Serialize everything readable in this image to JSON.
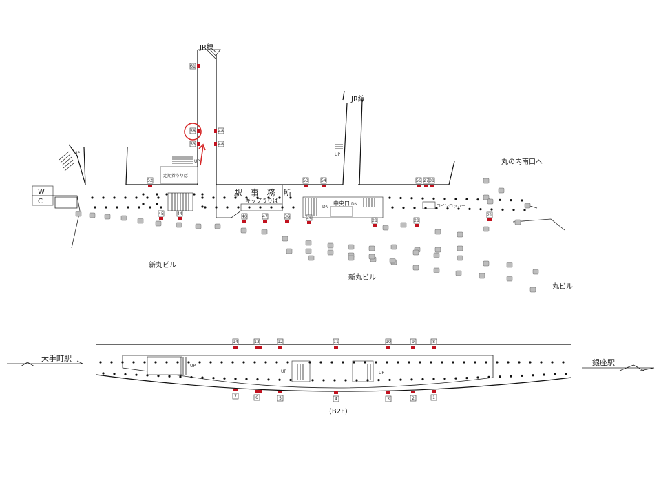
{
  "labels": {
    "jr_line_1": "JR線",
    "jr_line_2": "JR線",
    "marunouchi_south": "丸の内南口へ",
    "station_office": "駅 事 務 所",
    "ticket_counter_1": "定期券うりば",
    "ticket_counter_2": "キップうりば",
    "central_exit": "中央口",
    "coin_locker": "コインロッカー",
    "shin_maru_1": "新丸ビル",
    "shin_maru_2": "新丸ビル",
    "maru_building": "丸ビル",
    "otemachi": "大手町駅",
    "ginza": "銀座駅",
    "floor": "(B2F)",
    "w": "W",
    "c": "C",
    "up": "UP",
    "dn": "DN"
  },
  "exits_upper": [
    "61",
    "58",
    "48",
    "48",
    "53",
    "52",
    "53",
    "54",
    "56",
    "27",
    "38",
    "45",
    "44",
    "40",
    "47",
    "36",
    "36",
    "28",
    "28",
    "21"
  ],
  "exits_b2f_top": [
    "14",
    "13",
    "12",
    "11",
    "10",
    "9",
    "8"
  ],
  "exits_b2f_bottom": [
    "7",
    "6",
    "5",
    "4",
    "3",
    "2",
    "1"
  ],
  "colors": {
    "exit": "#c1121f",
    "highlight": "#d62828"
  }
}
